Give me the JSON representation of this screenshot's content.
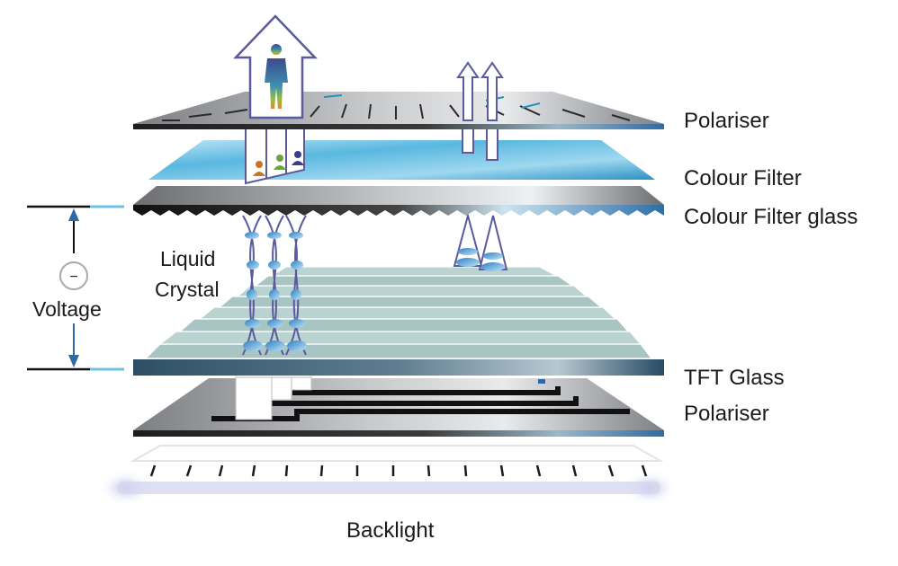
{
  "labels": {
    "polariser_top": "Polariser",
    "colour_filter": "Colour Filter",
    "colour_filter_glass": "Colour Filter glass",
    "tft_glass": "TFT Glass",
    "polariser_bottom": "Polariser",
    "liquid_line1": "Liquid",
    "liquid_line2": "Crystal",
    "voltage": "Voltage",
    "backlight": "Backlight",
    "minus_symbol": "−"
  },
  "colors": {
    "polariser_grey": "#8d8f92",
    "filter_blue": "#6cc3e6",
    "glass_dark": "#2b4d66",
    "crystal_green": "#a9c4c2",
    "outline_purple": "#5a5a9c",
    "arrow_blue": "#2a6aa8",
    "backlight_glow": "#c9c9ec"
  }
}
